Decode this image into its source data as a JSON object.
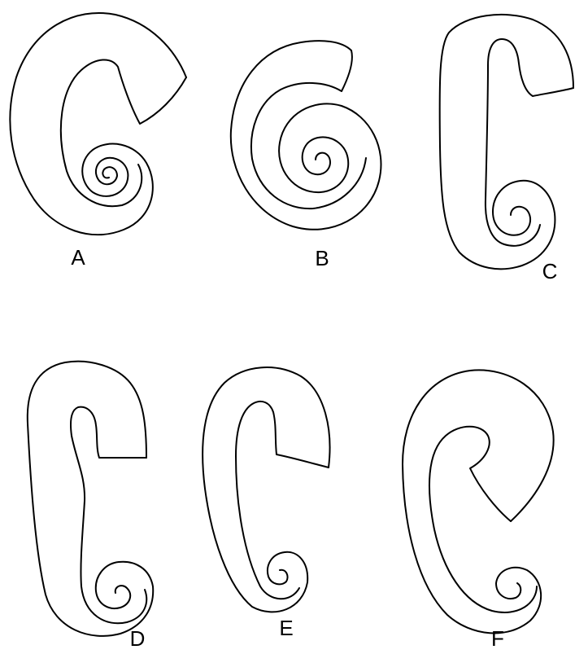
{
  "figure": {
    "panels": [
      {
        "id": "A",
        "label": "A",
        "shape": "tightly-coiled spiral shell"
      },
      {
        "id": "B",
        "label": "B",
        "shape": "tightly-coiled spiral shell"
      },
      {
        "id": "C",
        "label": "C",
        "shape": "elongated hook-shaped shell with small apical coil"
      },
      {
        "id": "D",
        "label": "D",
        "shape": "elongated hook-shaped shell with small apical coil"
      },
      {
        "id": "E",
        "label": "E",
        "shape": "elongated hook-shaped shell with small apical coil"
      },
      {
        "id": "F",
        "label": "F",
        "shape": "rounded hook-shaped shell with small apical coil"
      }
    ],
    "line_color": "#000000",
    "background": "#ffffff"
  }
}
